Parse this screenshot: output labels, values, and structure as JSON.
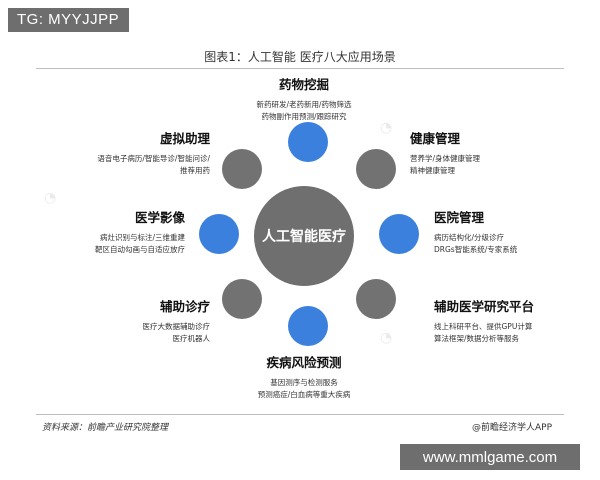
{
  "tag": "TG: MYYJJPP",
  "title": "图表1：人工智能 医疗八大应用场景",
  "center": "人工智能医疗",
  "scenarios": {
    "top": {
      "name": "药物挖掘",
      "lines": [
        "新药研发/老药新用/药物筛选",
        "药物副作用预测/跟踪研究"
      ]
    },
    "upper_left": {
      "name": "虚拟助理",
      "lines": [
        "语音电子病历/智能导诊/智能问诊/",
        "推荐用药"
      ]
    },
    "upper_right": {
      "name": "健康管理",
      "lines": [
        "营养学/身体健康管理",
        "精神健康管理"
      ]
    },
    "mid_left": {
      "name": "医学影像",
      "lines": [
        "病灶识别与标注/三维重建",
        "靶区自动勾画与自适应放疗"
      ]
    },
    "mid_right": {
      "name": "医院管理",
      "lines": [
        "病历结构化/分级诊疗",
        "DRGs智能系统/专家系统"
      ]
    },
    "lower_left": {
      "name": "辅助诊疗",
      "lines": [
        "医疗大数据辅助诊疗",
        "医疗机器人"
      ]
    },
    "lower_right": {
      "name": "辅助医学研究平台",
      "lines": [
        "线上科研平台、提供GPU计算",
        "算法框架/数据分析等服务"
      ]
    },
    "bottom": {
      "name": "疾病风险预测",
      "lines": [
        "基因测序与检测服务",
        "预测癌症/白血病等重大疾病"
      ]
    }
  },
  "source": "资料来源：前瞻产业研究院整理",
  "brand": "@前瞻经济学人APP",
  "site": "www.mmlgame.com",
  "colors": {
    "gray_node": "#727272",
    "blue_node": "#3b80dc",
    "center": "#6f6f6f"
  }
}
